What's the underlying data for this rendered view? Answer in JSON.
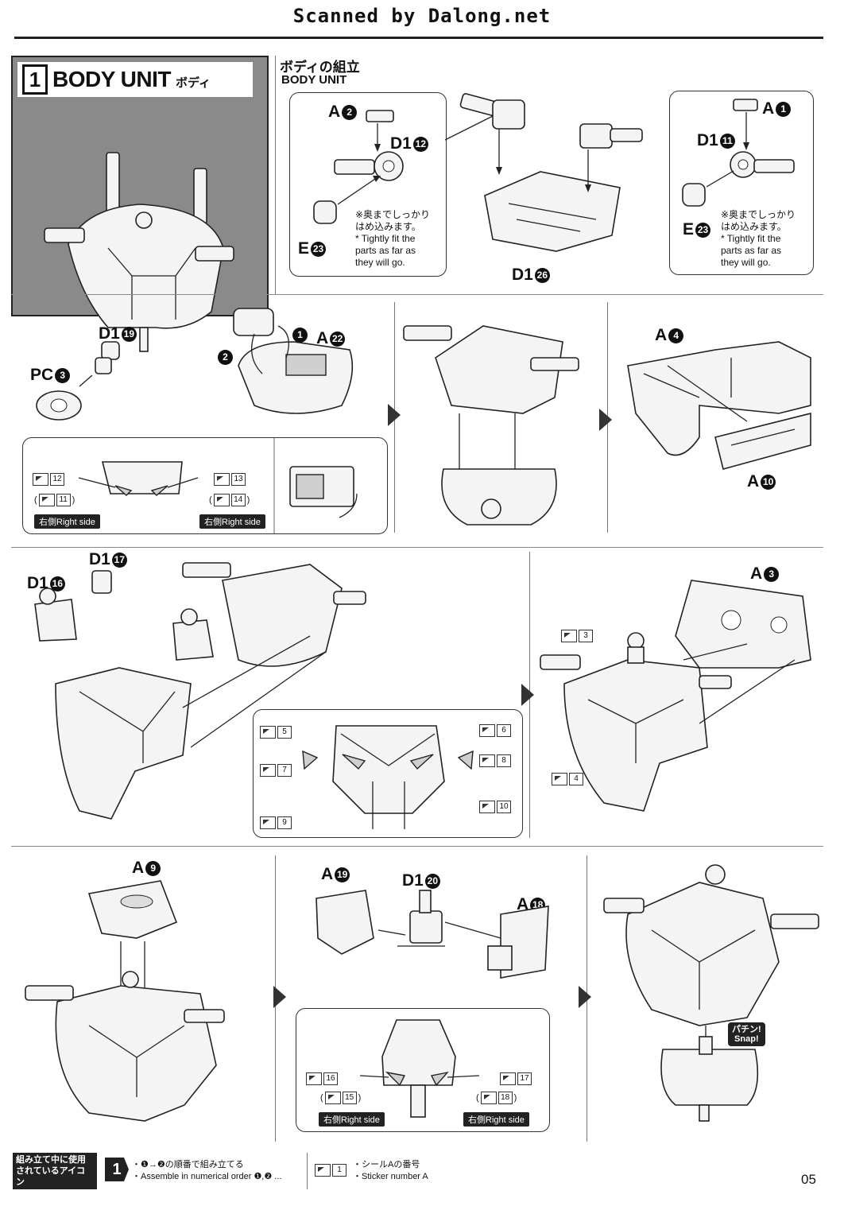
{
  "scan_banner": "Scanned by Dalong.net",
  "header": {
    "step_number": "1",
    "step_title": "BODY UNIT",
    "step_title_jp": "ボディ",
    "section_title_jp": "ボディの組立",
    "section_title_en": "BODY UNIT"
  },
  "parts": {
    "a2": {
      "letter": "A",
      "num": "2"
    },
    "d1_12": {
      "letter": "D1",
      "num": "12"
    },
    "e23_left": {
      "letter": "E",
      "num": "23"
    },
    "d1_26": {
      "letter": "D1",
      "num": "26"
    },
    "a1": {
      "letter": "A",
      "num": "1"
    },
    "d1_11": {
      "letter": "D1",
      "num": "11"
    },
    "e23_right": {
      "letter": "E",
      "num": "23"
    },
    "d1_19": {
      "letter": "D1",
      "num": "19"
    },
    "pc3": {
      "letter": "PC",
      "num": "3"
    },
    "a22": {
      "letter": "A",
      "num": "22"
    },
    "order1": "1",
    "order2": "2",
    "a4": {
      "letter": "A",
      "num": "4"
    },
    "a10": {
      "letter": "A",
      "num": "10"
    },
    "d1_17": {
      "letter": "D1",
      "num": "17"
    },
    "d1_16": {
      "letter": "D1",
      "num": "16"
    },
    "a3": {
      "letter": "A",
      "num": "3"
    },
    "a9": {
      "letter": "A",
      "num": "9"
    },
    "a19": {
      "letter": "A",
      "num": "19"
    },
    "d1_20": {
      "letter": "D1",
      "num": "20"
    },
    "a18": {
      "letter": "A",
      "num": "18"
    }
  },
  "notes": {
    "fit_jp_1": "※奥までしっかり",
    "fit_jp_2": "はめ込みます。",
    "fit_en_1": "* Tightly fit the",
    "fit_en_2": "parts as far as",
    "fit_en_3": "they will go.",
    "snap_jp": "パチン!",
    "snap_en": "Snap!"
  },
  "stickers": {
    "s12": "12",
    "s11": "11",
    "s13": "13",
    "s14": "14",
    "s3": "3",
    "s4": "4",
    "s5": "5",
    "s6": "6",
    "s7": "7",
    "s8": "8",
    "s9": "9",
    "s10": "10",
    "s16": "16",
    "s15": "15",
    "s17": "17",
    "s18": "18",
    "right_side": "右側Right side"
  },
  "footer": {
    "legend_title_jp_1": "組み立て中に使用",
    "legend_title_jp_2": "されているアイコン",
    "legend_title_en": "Symbols used in instructions",
    "order_icon_num": "1",
    "order_jp": "・❶→❷の順番で組み立てる",
    "order_en": "・Assemble in numerical order ❶,❷ ...",
    "sticker_icon_num": "1",
    "sticker_jp": "・シールAの番号",
    "sticker_en": "・Sticker number A",
    "page_number": "05"
  }
}
